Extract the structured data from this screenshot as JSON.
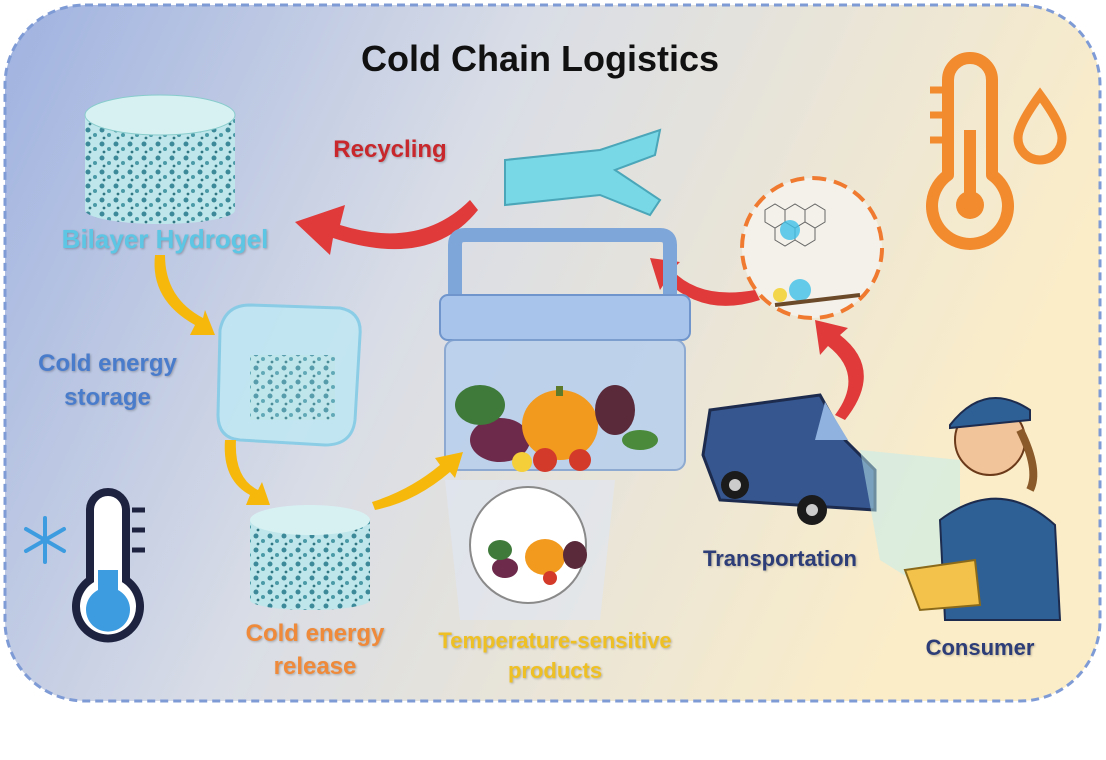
{
  "title": "Cold Chain Logistics",
  "labels": {
    "recycling": "Recycling",
    "bilayer_hydrogel": "Bilayer Hydrogel",
    "cold_storage_1": "Cold energy",
    "cold_storage_2": "storage",
    "cold_release_1": "Cold energy",
    "cold_release_2": "release",
    "products_1": "Temperature-sensitive",
    "products_2": "products",
    "transportation": "Transportation",
    "consumer": "Consumer"
  },
  "colors": {
    "title": "#111111",
    "recycling": "#c8282c",
    "hydrogel": "#5cc6e4",
    "storage": "#4a7ccc",
    "release": "#ef8a3a",
    "products": "#efc024",
    "navy": "#2c3d78",
    "arrow_red": "#e03a3a",
    "arrow_yellow": "#f7b80c",
    "thermo_hot": "#f28a2e",
    "thermo_cold": "#3d9ce0"
  }
}
